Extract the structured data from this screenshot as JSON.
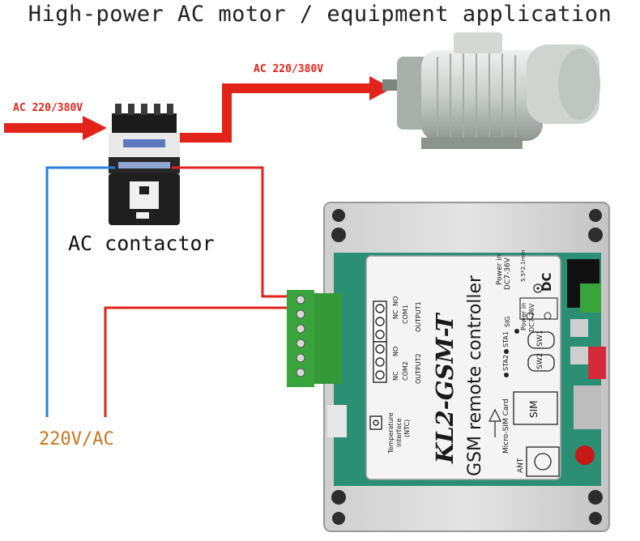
{
  "title": "High-power AC motor / equipment application",
  "labels": {
    "ac_input": "AC 220/380V",
    "ac_output": "AC 220/380V",
    "contactor": "AC contactor",
    "supply": "220V/AC"
  },
  "controller": {
    "model": "KL2-GSM-T",
    "name": "GSM remote controller",
    "power_in_1": "Power in",
    "power_in_1_spec": "DC7-36V",
    "jack_size": "5.5*2.1mm",
    "power_in_2": "Power in",
    "power_in_2_spec": "DC7-36V",
    "dc": "DC",
    "sig": "SIG",
    "sta1": "STA1",
    "sta2": "STA2",
    "sw1": "SW1",
    "sw2": "SW2",
    "sim": "SIM",
    "sim_card": "Micro-SIM Card",
    "ant": "ANT",
    "temp_1": "Temperature",
    "temp_2": "interface",
    "temp_3": "(NTC)",
    "nc1": "NC",
    "no1": "NO",
    "com1": "COM1",
    "output1": "OUTPUT1",
    "nc2": "NC",
    "no2": "NO",
    "com2": "COM2",
    "output2": "OUTPUT2"
  },
  "colors": {
    "arrow_red": "#e2231a",
    "wire_red": "#e2231a",
    "wire_blue": "#2a7fdc",
    "supply_text": "#c8741c",
    "terminal_green": "#3aa43c",
    "enclosure": "#d9d9d9"
  }
}
